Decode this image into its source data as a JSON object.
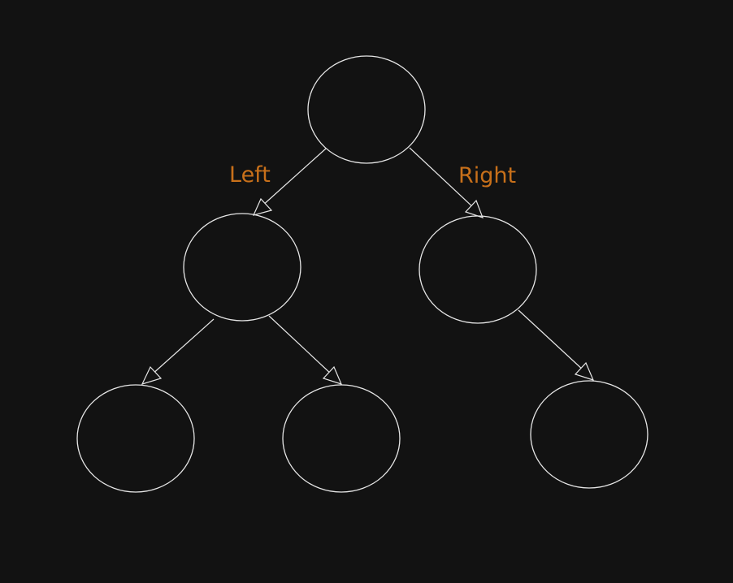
{
  "diagram": {
    "type": "binary-tree",
    "nodes": [
      {
        "id": "root",
        "label": ""
      },
      {
        "id": "left-child",
        "label": ""
      },
      {
        "id": "right-child",
        "label": ""
      },
      {
        "id": "left-left-child",
        "label": ""
      },
      {
        "id": "left-right-child",
        "label": ""
      },
      {
        "id": "right-right-child",
        "label": ""
      }
    ],
    "edges": [
      {
        "from": "root",
        "to": "left-child",
        "label": "Left"
      },
      {
        "from": "root",
        "to": "right-child",
        "label": "Right"
      },
      {
        "from": "left-child",
        "to": "left-left-child",
        "label": ""
      },
      {
        "from": "left-child",
        "to": "left-right-child",
        "label": ""
      },
      {
        "from": "right-child",
        "to": "right-right-child",
        "label": ""
      }
    ],
    "colors": {
      "background": "#121212",
      "stroke": "#e6e6e6",
      "label": "#c8701a"
    }
  }
}
